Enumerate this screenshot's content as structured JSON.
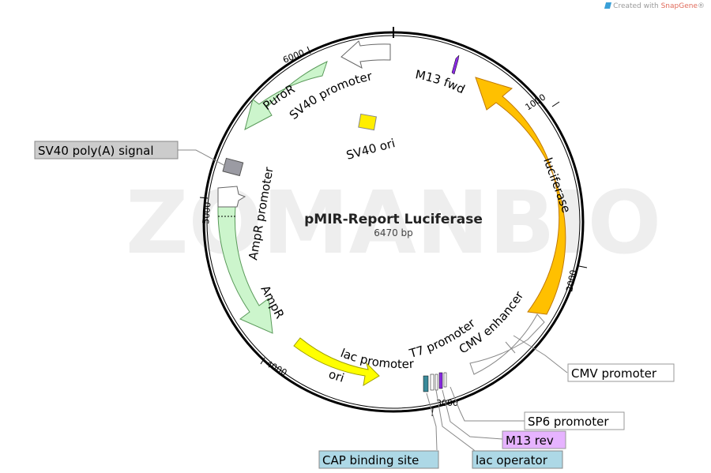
{
  "credit": {
    "prefix": "Created with ",
    "brand": "SnapGene",
    "suffix": "®"
  },
  "watermark": "ZOMANBIO",
  "plasmid": {
    "name": "pMIR-Report Luciferase",
    "size": "6470 bp"
  },
  "ticks": {
    "t1000": "1000",
    "t2000": "2000",
    "t3000": "3000",
    "t4000": "4000",
    "t5000": "5000",
    "t6000": "6000"
  },
  "features": {
    "luciferase": "luciferase",
    "cmv_enhancer": "CMV enhancer",
    "t7_promoter": "T7 promoter",
    "lac_promoter": "lac promoter",
    "ori": "ori",
    "ampr": "AmpR",
    "ampr_promoter": "AmpR promoter",
    "sv40_ori": "SV40 ori",
    "sv40_promoter": "SV40 promoter",
    "puror": "PuroR",
    "m13_fwd": "M13 fwd"
  },
  "callouts": {
    "sv40_polya": "SV40 poly(A) signal",
    "cmv_promoter": "CMV promoter",
    "sp6_promoter": "SP6 promoter",
    "m13_rev": "M13 rev",
    "cap_binding_site": "CAP binding site",
    "lac_operator": "lac operator"
  },
  "colors": {
    "luciferase": "#ffc000",
    "ori": "#ffff00",
    "ampr": "#ccf5cc",
    "puror": "#ccf5cc",
    "sv40_ori": "#ffee00",
    "m13": "#8a2be2",
    "polya": "#9b9ba3",
    "cap_binding": "#3a8a9a",
    "callout_gray": "#cccccc",
    "callout_purple": "#e6b3ff",
    "callout_teal": "#add8e6"
  }
}
